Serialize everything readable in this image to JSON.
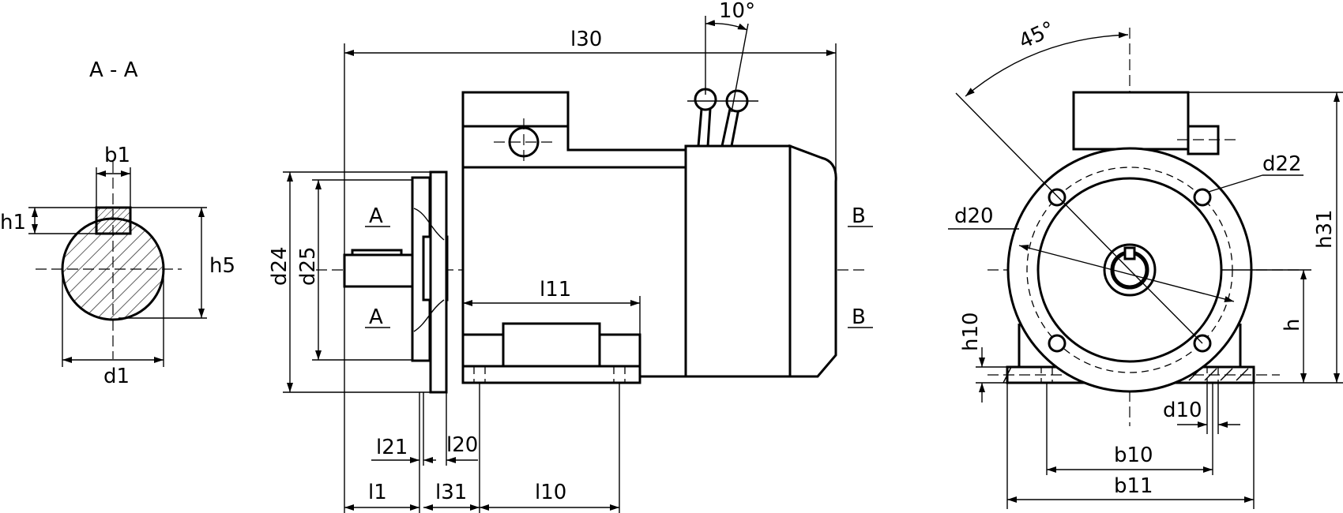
{
  "section_title": "A - A",
  "dimensions": {
    "b1": "b1",
    "h1": "h1",
    "h5": "h5",
    "d1": "d1",
    "l30": "l30",
    "angle_10": "10°",
    "d24": "d24",
    "d25": "d25",
    "l11": "l11",
    "l21": "l21",
    "l20": "l20",
    "l1": "l1",
    "l31": "l31",
    "l10": "l10",
    "angle_45": "45°",
    "d22": "d22",
    "d20": "d20",
    "h31": "h31",
    "h": "h",
    "h10": "h10",
    "d10": "d10",
    "b10": "b10",
    "b11": "b11"
  },
  "section_marks": {
    "a_top": "A",
    "a_bottom": "A",
    "b_top": "B",
    "b_bottom": "B"
  }
}
